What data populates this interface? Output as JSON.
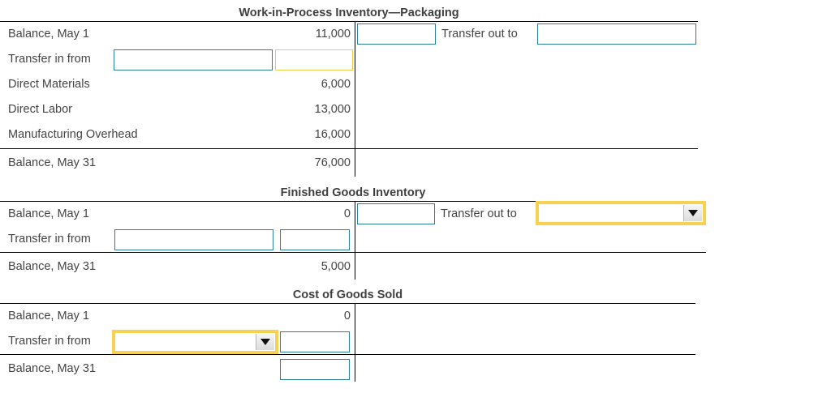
{
  "accounts": [
    {
      "id": "work-in-process-packaging",
      "title": "Work-in-Process Inventory—Packaging",
      "debit_rows": [
        {
          "label": "Balance, May 1",
          "amount": "11,000"
        },
        {
          "label": "Transfer in from",
          "amount": ""
        },
        {
          "label": "Direct Materials",
          "amount": "6,000"
        },
        {
          "label": "Direct Labor",
          "amount": "13,000"
        },
        {
          "label": "Manufacturing Overhead",
          "amount": "16,000"
        },
        {
          "label": "Balance, May 31",
          "amount": "76,000"
        }
      ],
      "credit_rows": [
        {
          "side_label": "Transfer out to"
        }
      ]
    },
    {
      "id": "finished-goods",
      "title": "Finished Goods Inventory",
      "debit_rows": [
        {
          "label": "Balance, May 1",
          "amount": "0"
        },
        {
          "label": "Transfer in from",
          "amount": ""
        },
        {
          "label": "Balance, May 31",
          "amount": "5,000"
        }
      ],
      "credit_rows": [
        {
          "side_label": "Transfer out to"
        }
      ]
    },
    {
      "id": "cost-of-goods-sold",
      "title": "Cost of Goods Sold",
      "debit_rows": [
        {
          "label": "Balance, May 1",
          "amount": "0"
        },
        {
          "label": "Transfer in from",
          "amount": ""
        },
        {
          "label": "Balance, May 31",
          "amount": ""
        }
      ],
      "credit_rows": []
    }
  ],
  "fields": {
    "wip_transfer_in_name": "",
    "wip_transfer_in_amount": "",
    "wip_credit_amount": "",
    "wip_transfer_out_name": "",
    "fg_transfer_in_name": "",
    "fg_transfer_in_amount": "",
    "fg_credit_amount": "",
    "fg_transfer_out_select": "",
    "cogs_transfer_in_select": "",
    "cogs_transfer_in_amount": "",
    "cogs_balance_may31_amount": ""
  },
  "colors": {
    "input_border": "#2d7f9d",
    "highlight_border": "#f7d14f",
    "rule": "#000000",
    "text": "#444444"
  },
  "icons": {
    "dropdown": "chevron-down-icon"
  }
}
